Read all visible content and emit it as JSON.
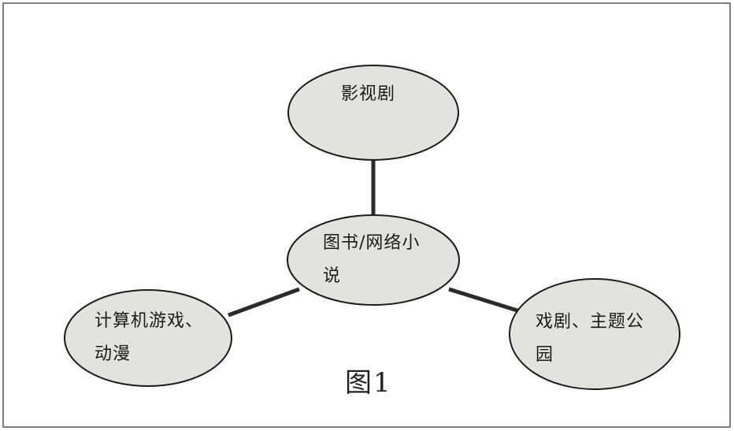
{
  "diagram": {
    "center": {
      "label": "图书/网络小说"
    },
    "nodes": [
      {
        "id": "film",
        "label": "影视剧"
      },
      {
        "id": "games",
        "label": "计算机游戏、动漫"
      },
      {
        "id": "drama",
        "label": "戏剧、主题公园"
      }
    ],
    "edges": [
      {
        "from": "center",
        "to": "film"
      },
      {
        "from": "center",
        "to": "games"
      },
      {
        "from": "center",
        "to": "drama"
      }
    ]
  },
  "caption": "图1",
  "colors": {
    "node_fill": "#e3e3de",
    "node_stroke": "#1c1c1c",
    "edge": "#2a2a2a",
    "frame": "#444444"
  }
}
